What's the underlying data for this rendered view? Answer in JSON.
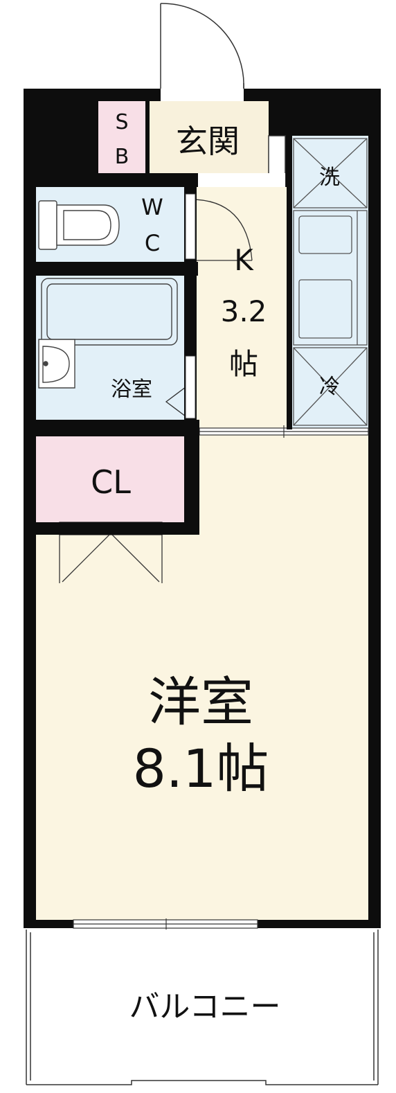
{
  "colors": {
    "wall": "#0d0d0d",
    "entrance_floor": "#f8f1dc",
    "storage_pink": "#f8dfe7",
    "wet_blue": "#e2f0f8",
    "main_floor": "#fbf5e1",
    "line": "#333333",
    "window_gray": "#9a9a9a"
  },
  "rooms": {
    "sb_s": "S",
    "sb_b": "B",
    "entrance": "玄関",
    "wc_w": "W",
    "wc_c": "C",
    "kitchen_k": "K",
    "kitchen_size": "3.2",
    "kitchen_unit": "帖",
    "bath": "浴室",
    "closet": "CL",
    "western": "洋室",
    "western_size": "8.1帖",
    "balcony": "バルコニー"
  },
  "fixtures": {
    "washer": "洗",
    "fridge": "冷"
  }
}
